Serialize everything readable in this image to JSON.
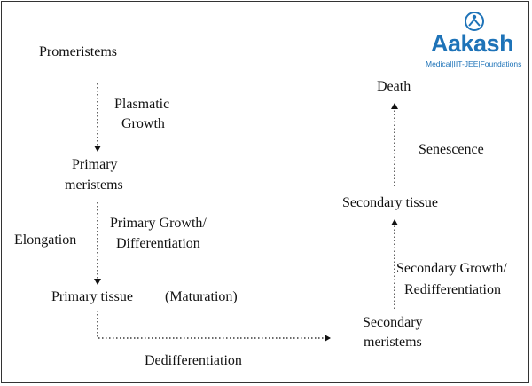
{
  "brand": {
    "name": "Aakash",
    "tagline": "Medical|IIT-JEE|Foundations",
    "color": "#1e73b8"
  },
  "nodes": {
    "promeristems": "Promeristems",
    "primary_meristems_1": "Primary",
    "primary_meristems_2": "meristems",
    "primary_tissue": "Primary tissue",
    "maturation": "(Maturation)",
    "secondary_meristems_1": "Secondary",
    "secondary_meristems_2": "meristems",
    "secondary_tissue": "Secondary tissue",
    "death": "Death"
  },
  "edges": {
    "plasmatic_growth_1": "Plasmatic",
    "plasmatic_growth_2": "Growth",
    "primary_growth_1": "Primary Growth/",
    "primary_growth_2": "Differentiation",
    "elongation": "Elongation",
    "dedifferentiation": "Dedifferentiation",
    "secondary_growth_1": "Secondary Growth/",
    "secondary_growth_2": "Redifferentiation",
    "senescence": "Senescence"
  }
}
